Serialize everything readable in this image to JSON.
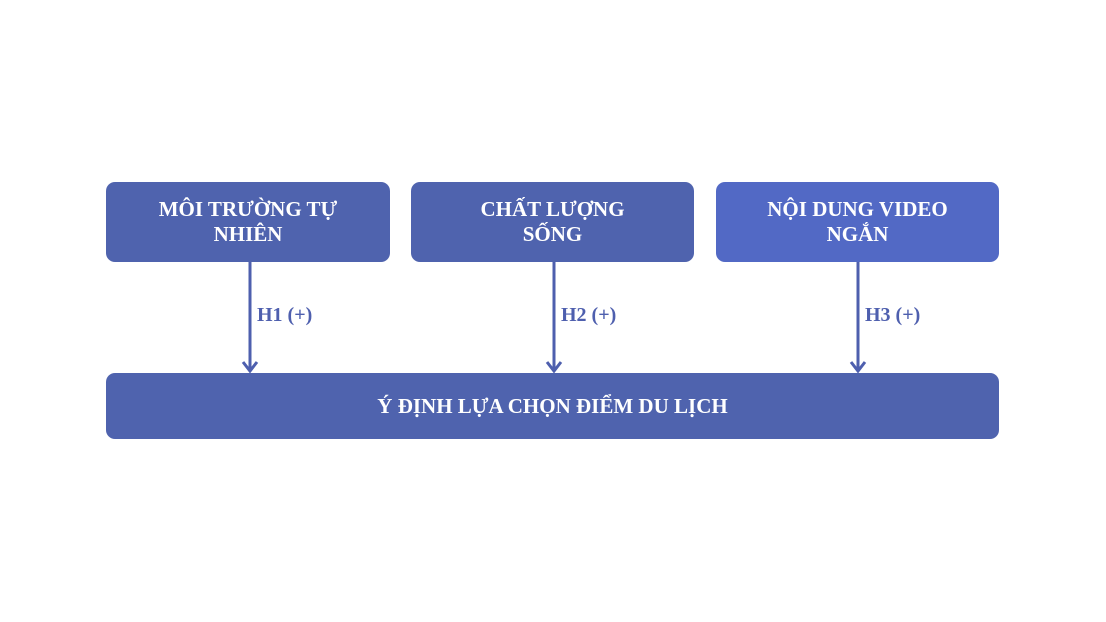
{
  "diagram": {
    "sources": [
      {
        "label": "MÔI TRƯỜNG TỰ NHIÊN",
        "hypothesis": "H1 (+)"
      },
      {
        "label": "CHẤT LƯỢNG SỐNG",
        "hypothesis": "H2 (+)"
      },
      {
        "label": "NỘI DUNG VIDEO NGẮN",
        "hypothesis": "H3 (+)"
      }
    ],
    "target": {
      "label": "Ý ĐỊNH LỰA CHỌN ĐIỂM DU LỊCH"
    },
    "colors": {
      "box": "#4F63AE",
      "box_highlight": "#5269C5",
      "arrow": "#4E5FAE",
      "text": "#FFFFFF"
    }
  }
}
